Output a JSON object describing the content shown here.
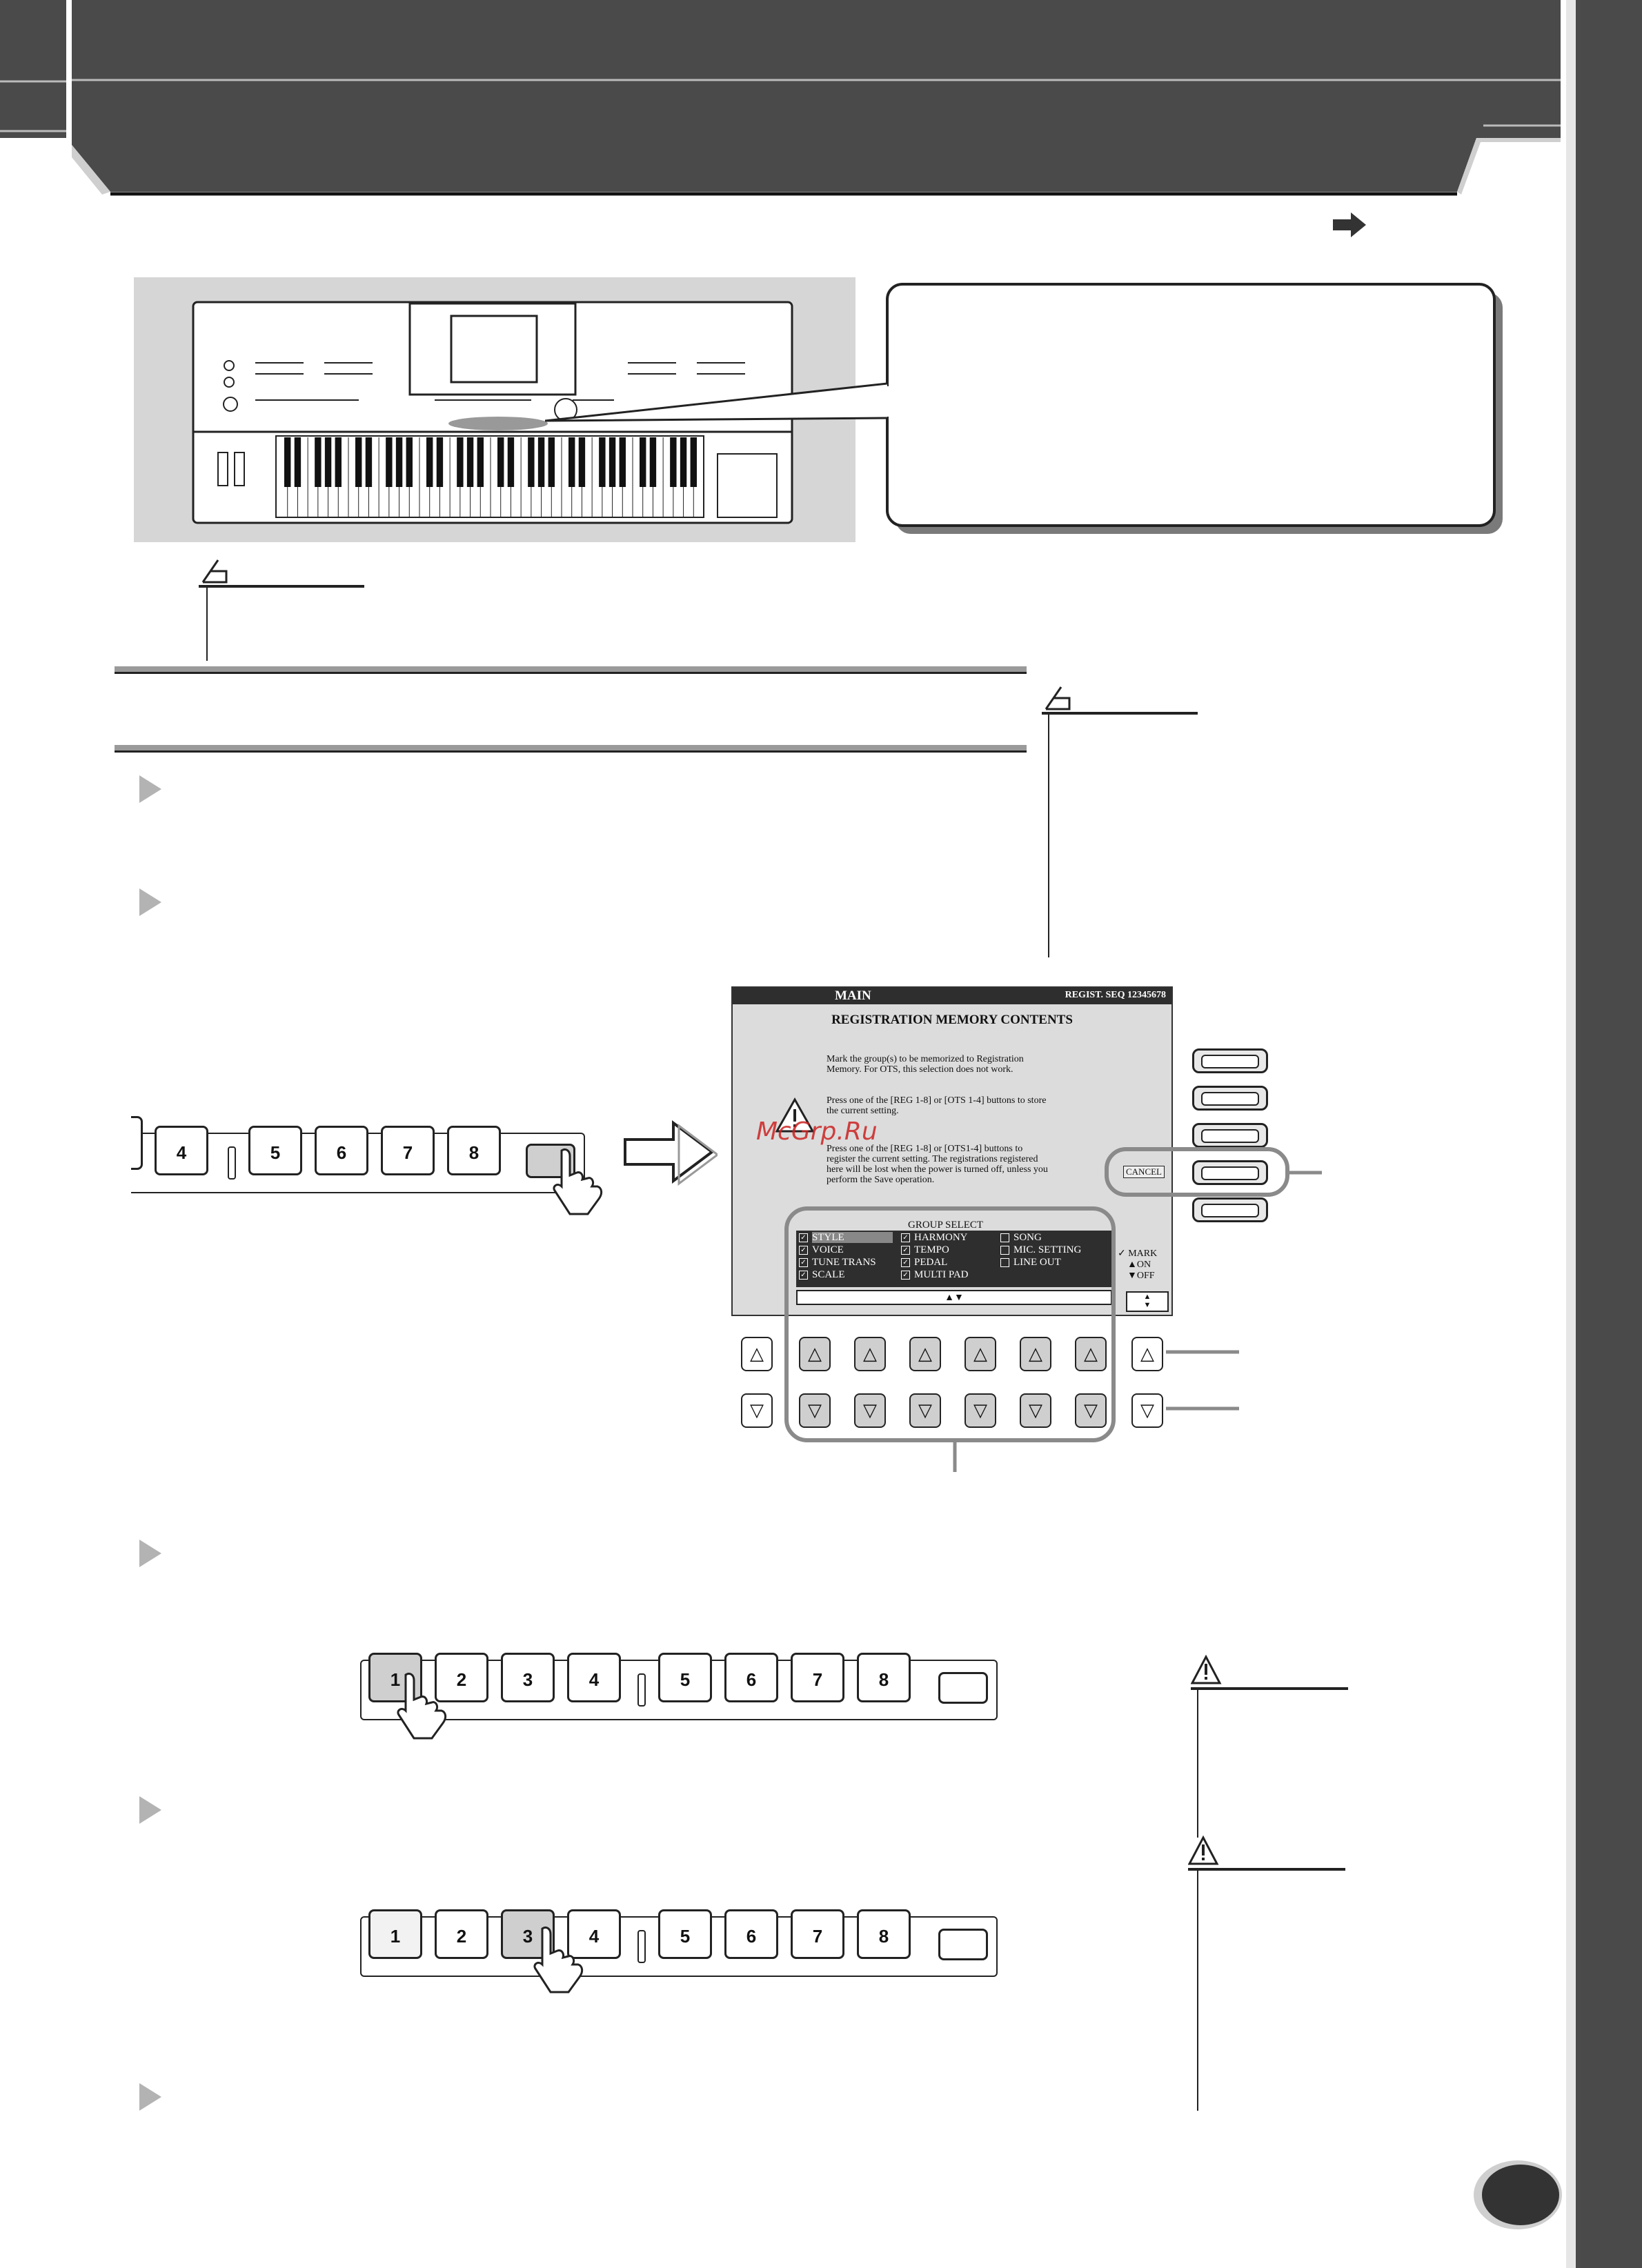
{
  "lcd": {
    "title": "MAIN",
    "reg_seq": "REGIST. SEQ 12345678",
    "heading": "REGISTRATION MEMORY CONTENTS",
    "text1_line1": "Mark the group(s) to be memorized to Registration",
    "text1_line2": "Memory. For OTS, this selection does not work.",
    "text2_line1": "Press one of the [REG 1-8] or [OTS 1-4] buttons to store",
    "text2_line2": "the current setting.",
    "text3_line1": "Press one of the [REG 1-8] or [OTS1-4] buttons to",
    "text3_line2": "register the current setting. The registrations registered",
    "text3_line3": "here will be lost when the power is turned off, unless you",
    "text3_line4": "perform the Save operation.",
    "cancel": "CANCEL",
    "group_select": "GROUP SELECT",
    "groups": [
      "STYLE",
      "VOICE",
      "TUNE TRANS",
      "SCALE",
      "HARMONY",
      "TEMPO",
      "PEDAL",
      "MULTI PAD",
      "SONG",
      "MIC. SETTING",
      "LINE OUT"
    ],
    "mark": "MARK",
    "on": "ON",
    "off": "OFF"
  },
  "watermark": "McGrp.Ru",
  "reg_buttons_top": [
    "4",
    "5",
    "6",
    "7",
    "8"
  ],
  "reg_buttons": [
    "1",
    "2",
    "3",
    "4",
    "5",
    "6",
    "7",
    "8"
  ],
  "colors": {
    "header": "#4a4a4a",
    "accent": "#b3b3b3",
    "watermark": "#cc2222"
  }
}
